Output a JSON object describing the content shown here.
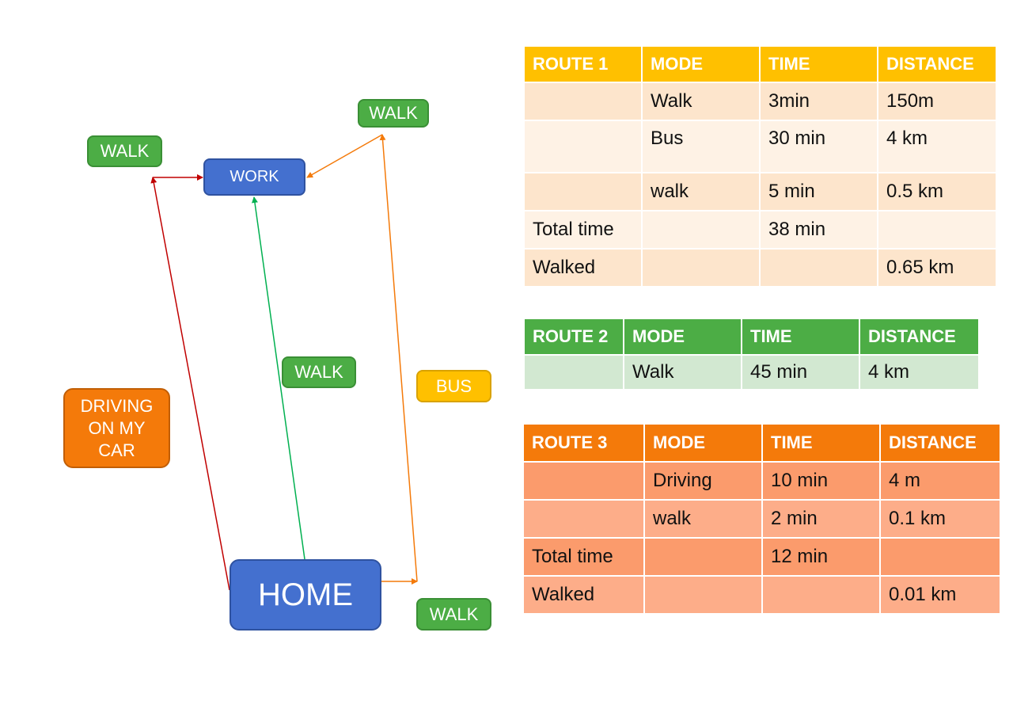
{
  "diagram": {
    "nodes": {
      "home": "HOME",
      "work": "WORK",
      "walk_top_left": "WALK",
      "walk_top_right": "WALK",
      "walk_middle": "WALK",
      "bus": "BUS",
      "driving": [
        "DRIVING",
        "ON MY",
        "CAR"
      ],
      "walk_bottom_right": "WALK"
    },
    "colors": {
      "blue_node": "#4470cf",
      "green_node": "#4cad45",
      "yellow_node": "#ffc000",
      "orange_node": "#f47a0a",
      "red_arrow": "#c00000",
      "green_arrow": "#00b050",
      "orange_arrow": "#f47a0a"
    }
  },
  "tables": {
    "route1": {
      "headers": [
        "ROUTE 1",
        "MODE",
        "TIME",
        "DISTANCE"
      ],
      "rows": [
        [
          "",
          "Walk",
          "3min",
          "150m"
        ],
        [
          "",
          "Bus",
          "30 min",
          "4 km"
        ],
        [
          "",
          "walk",
          "5 min",
          "0.5 km"
        ],
        [
          "Total time",
          "",
          "38 min",
          ""
        ],
        [
          "Walked",
          "",
          "",
          "0.65 km"
        ]
      ],
      "colors": {
        "header": "#ffc000",
        "row_a": "#fde5cc",
        "row_b": "#fef2e5"
      }
    },
    "route2": {
      "headers": [
        "ROUTE 2",
        "MODE",
        "TIME",
        "DISTANCE"
      ],
      "rows": [
        [
          "",
          "Walk",
          "45 min",
          "4 km"
        ]
      ],
      "colors": {
        "header": "#4cad45",
        "row_a": "#d2e8d1"
      }
    },
    "route3": {
      "headers": [
        "ROUTE 3",
        "MODE",
        "TIME",
        "DISTANCE"
      ],
      "rows": [
        [
          "",
          "Driving",
          "10 min",
          "4 m"
        ],
        [
          "",
          "walk",
          "2 min",
          "0.1 km"
        ],
        [
          "Total time",
          "",
          "12 min",
          ""
        ],
        [
          "Walked",
          "",
          "",
          "0.01 km"
        ]
      ],
      "colors": {
        "header": "#f47a0a",
        "row_a": "#fb9b6c",
        "row_b": "#fdad89"
      }
    }
  }
}
